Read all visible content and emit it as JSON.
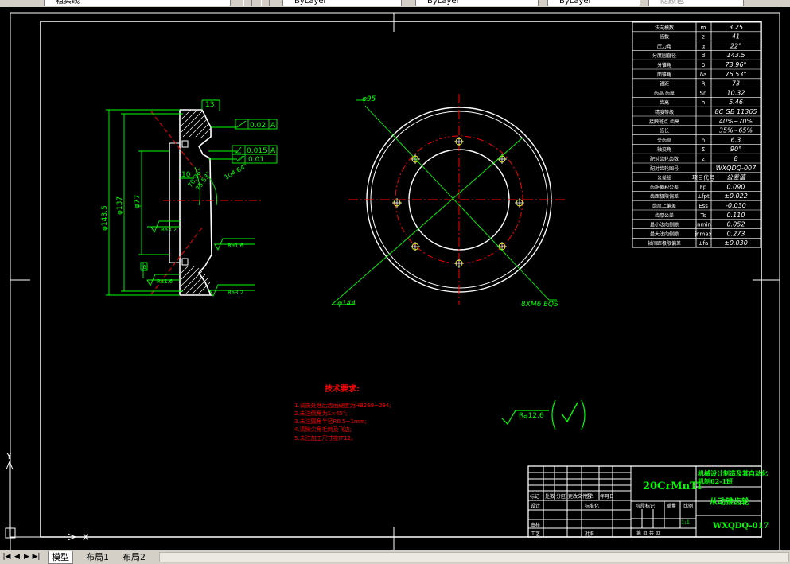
{
  "toolbar": {
    "layer_name": "粗实线",
    "color_control": "ByLayer",
    "linetype_control": "ByLayer",
    "lineweight_control": "ByLayer",
    "plot_style": "随颜色"
  },
  "dimensions": {
    "width_13": "13",
    "flatness": "0.02",
    "datum_a1": "A",
    "perp_tol": "0.015",
    "datum_a2": "A",
    "flatness2": "0.01",
    "dim_10": "10",
    "angle1": "70.96°",
    "angle2": "75.53°",
    "angle3": "104.64°",
    "dia_143": "φ143.5",
    "dia_137": "φ137",
    "dia_77": "φ77",
    "ra32": "Ra3.2",
    "ra16_a": "Ra1.6",
    "ra16_b": "Ra1.6",
    "ra32_b": "Ra3.2",
    "datum_box": "A",
    "dia_95": "φ95",
    "dia_144": "φ144",
    "holes": "8XM6 EQS"
  },
  "param_table": [
    [
      "法向模数",
      "m",
      "3.25"
    ],
    [
      "齿数",
      "z",
      "41"
    ],
    [
      "压力角",
      "α",
      "22°"
    ],
    [
      "分度圆直径",
      "d",
      "143.5"
    ],
    [
      "分锥角",
      "δ",
      "73.96°"
    ],
    [
      "面锥角",
      "δa",
      "75.53°"
    ],
    [
      "锥距",
      "R",
      "73"
    ],
    [
      "齿高 齿厚",
      "Sn",
      "10.32"
    ],
    [
      "齿高",
      "h",
      "5.46"
    ],
    [
      "精度等级",
      "",
      "8C GB 11365"
    ],
    [
      "接触斑点 齿高",
      "",
      "40%~70%"
    ],
    [
      "齿长",
      "",
      "35%~65%"
    ],
    [
      "全齿高",
      "h",
      "6.3"
    ],
    [
      "轴交角",
      "Σ",
      "90°"
    ],
    [
      "配对齿轮齿数",
      "z",
      "8"
    ],
    [
      "配对齿轮图号",
      "",
      "WXQDQ-007"
    ],
    [
      "公差组",
      "项目代号",
      "公差值"
    ],
    [
      "齿距累积公差",
      "Fp",
      "0.090"
    ],
    [
      "齿距极限偏差",
      "±fpt",
      "±0.022"
    ],
    [
      "齿厚上偏差",
      "Ess",
      "-0.030"
    ],
    [
      "齿厚公差",
      "Ts",
      "0.110"
    ],
    [
      "最小法向侧隙",
      "jnmin",
      "0.052"
    ],
    [
      "最大法向侧隙",
      "jnmax",
      "0.273"
    ],
    [
      "轴间距极限偏差",
      "±fa",
      "±0.030"
    ]
  ],
  "tech_req": {
    "title": "技术要求:",
    "items": [
      "1.调质处理后齿面硬度为HB269~294;",
      "2.未注倒角为1×45°;",
      "3.未注圆角半径R0.5~1mm;",
      "4.清除尖角毛刺及飞边;",
      "5.未注加工尺寸按IT12。"
    ]
  },
  "roughness_note": "Ra12.6",
  "title_block": {
    "material": "20CrMnTi",
    "school": "机械设计制造及其自动化",
    "class_info": "机制02-1班",
    "part_name": "从动锥齿轮",
    "drawing_no": "WXQDQ-017",
    "scale": "1:1",
    "hdr": [
      "标记",
      "处数",
      "分区",
      "更改文件号",
      "签名",
      "年月日"
    ],
    "design": "设计",
    "standard": "标准化",
    "stage": "阶段标记",
    "weight": "重量",
    "ratio_lbl": "比例",
    "check": "审核",
    "process": "工艺",
    "approve": "批准",
    "sheet": "第  页  共  页"
  },
  "ucs": {
    "y": "Y",
    "x": "X"
  },
  "tabs": {
    "model": "模型",
    "layout1": "布局1",
    "layout2": "布局2"
  }
}
